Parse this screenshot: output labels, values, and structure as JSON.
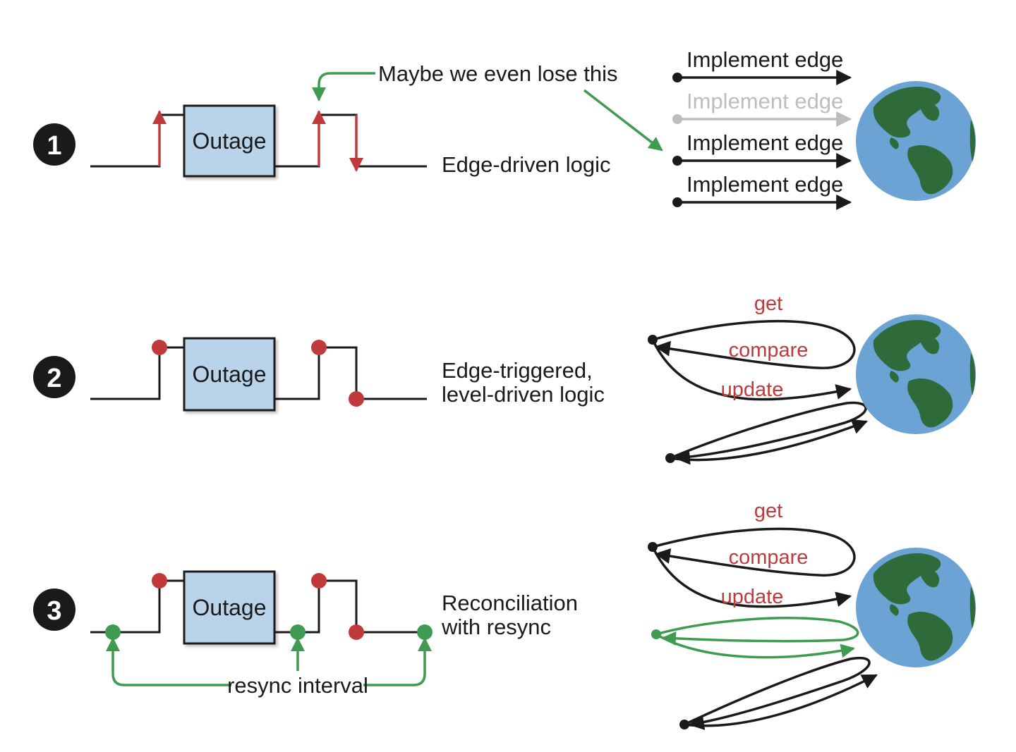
{
  "outage_label": "Outage",
  "rows": [
    {
      "number": "1",
      "caption_lines": [
        "Edge-driven logic"
      ],
      "callout": "Maybe we even lose this",
      "edge_labels": [
        "Implement edge",
        "Implement edge",
        "Implement edge",
        "Implement edge"
      ],
      "lost_edge_index": 1
    },
    {
      "number": "2",
      "caption_lines": [
        "Edge-triggered,",
        "level-driven logic"
      ],
      "loop_labels": {
        "get": "get",
        "compare": "compare",
        "update": "update"
      }
    },
    {
      "number": "3",
      "caption_lines": [
        "Reconciliation",
        "with resync"
      ],
      "resync_label": "resync interval",
      "loop_labels": {
        "get": "get",
        "compare": "compare",
        "update": "update"
      }
    }
  ],
  "colors": {
    "edge_red": "#c0393b",
    "resync_green": "#3f9b52",
    "outage_fill": "#b9d3ea",
    "ocean_blue": "#6aa3d4",
    "land_green": "#2f6b3a",
    "lost_gray": "#bdbdbd",
    "ink": "#1a1a1a"
  },
  "icons": [
    "number-badge-icon",
    "globe-icon",
    "arrow-icon"
  ]
}
